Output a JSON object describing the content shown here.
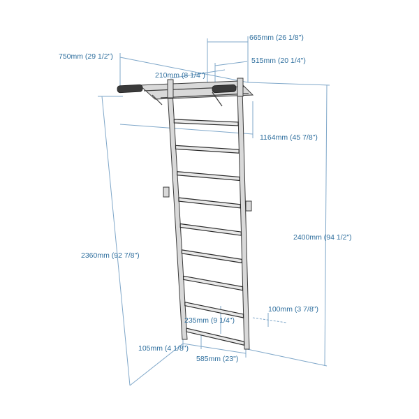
{
  "dimensions": {
    "top_bar_depth": "665mm (26 1/8\")",
    "bar_total_depth": "750mm (29 1/2\")",
    "bar_mid_depth": "515mm (20 1/4\")",
    "bar_inner_width": "210mm (8 1/4\")",
    "bar_width": "1164mm (45 7/8\")",
    "ladder_height": "2360mm (92 7/8\")",
    "total_height": "2400mm (94 1/2\")",
    "wall_offset": "100mm (3 7/8\")",
    "rung_spacing": "235mm (9 1/4\")",
    "bottom_clearance": "105mm (4 1/8\")",
    "ladder_width": "585mm (23\")"
  },
  "colors": {
    "dimension_line": "#7fa7c9",
    "dimension_text": "#2f6f9e",
    "frame": "#3a3a3a"
  },
  "rungs": [
    1,
    2,
    3,
    4,
    5,
    6,
    7,
    8,
    9
  ]
}
